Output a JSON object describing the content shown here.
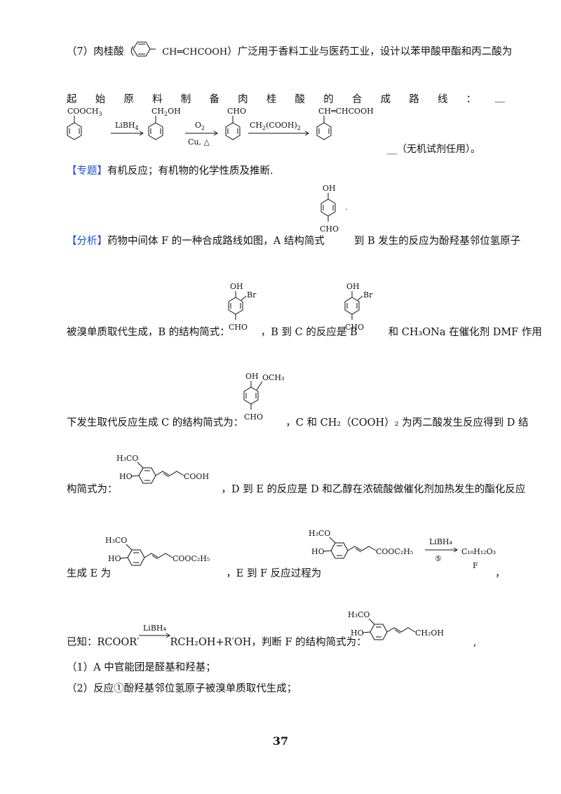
{
  "q7": {
    "prefix": "（7）肉桂酸（",
    "struct_label": "CH═CHCOOH",
    "suffix": "）广泛用于香料工业与医药工业，设计以苯甲酸甲酯和丙二酸为",
    "line2_chars": [
      "起",
      "始",
      "原",
      "料",
      "制",
      "备",
      "肉",
      "桂",
      "酸",
      "的",
      "合",
      "成",
      "路",
      "线",
      "：",
      "__"
    ],
    "route": {
      "m1": "COOCH",
      "m1_sub": "3",
      "a1": "LiBH",
      "a1_sub": "4",
      "m2": "CH",
      "m2_sub": "2",
      "m2_tail": "OH",
      "a2_top": "O",
      "a2_top_sub": "2",
      "a2_bot": "Cu, △",
      "m3": "CHO",
      "a3": "CH",
      "a3_sub": "2",
      "a3_mid": "(COOH)",
      "a3_sub2": "2",
      "m4": "CH═CHCOOH"
    },
    "tail": "__（无机试剂任用）。"
  },
  "topic": {
    "tag": "【专题】",
    "text": "有机反应；有机物的化学性质及推断."
  },
  "analysis": {
    "tag": "【分析】",
    "t1": "药物中间体 F 的一种合成路线如图，A 结构简式",
    "t1b": "到 B 发生的反应为酚羟基邻位氢原子",
    "t2a": "被溴单质取代生成，B 的结构简式：",
    "t2b": "，B 到 C 的反应是 B",
    "t2c": "和 CH₃ONa 在催化剂 DMF 作用",
    "t3a": "下发生取代反应生成 C 的结构简式为：",
    "t3b": "，C 和 CH₂（COOH）₂ 为丙二酸发生反应得到 D 结",
    "t4a": "构简式为：",
    "t4b": "，D 到 E 的反应是 D 和乙醇在浓硫酸做催化剂加热发生的酯化反应",
    "t5a": "生成 E 为",
    "t5b": "，E 到 F 反应过程为",
    "t5c": "，",
    "t6a": "已知：RCOOR′",
    "t6b": "RCH₂OH+R′OH，判断 F 的结构简式为：",
    "t6c": ","
  },
  "labels": {
    "oh": "OH",
    "cho": "CHO",
    "br": "Br",
    "och3": "OCH₃",
    "h3co": "H₃CO",
    "ho": "HO",
    "cooh": "COOH",
    "cooc2h5": "COOC₂H₅",
    "ch2oh": "CH₂OH",
    "libh4": "LiBH₄",
    "step5": "⑤",
    "f_formula": "C₁₀H₁₂O₃",
    "f_letter": "F"
  },
  "answers": {
    "a1": "（1）A 中官能团是醛基和羟基；",
    "a2": "（2）反应①酚羟基邻位氢原子被溴单质取代生成；"
  },
  "page_number": "37"
}
